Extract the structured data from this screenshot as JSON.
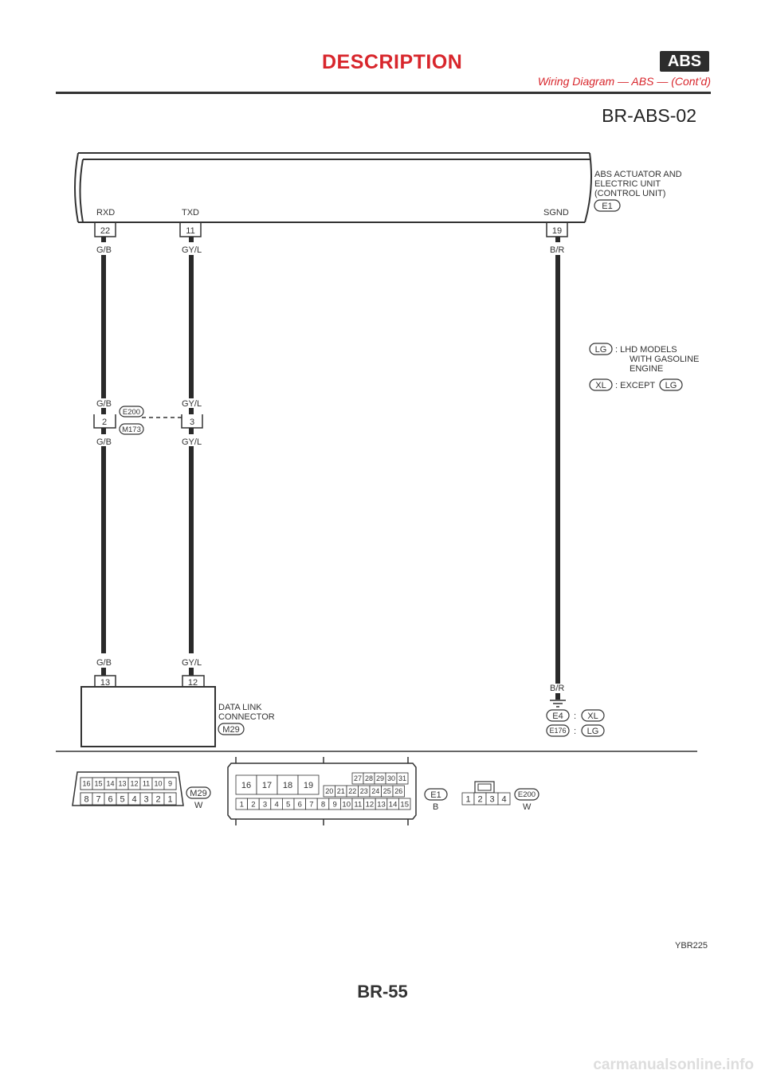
{
  "header": {
    "title": "DESCRIPTION",
    "badge": "ABS",
    "subtitle": "Wiring Diagram — ABS — (Cont’d)"
  },
  "diagram_id": "BR-ABS-02",
  "abs_unit": {
    "label": [
      "ABS ACTUATOR AND",
      "ELECTRIC UNIT",
      "(CONTROL UNIT)"
    ],
    "connector_id": "E1",
    "pins": [
      {
        "name": "RXD",
        "pin": "22",
        "wire_color": "G/B"
      },
      {
        "name": "TXD",
        "pin": "11",
        "wire_color": "GY/L"
      },
      {
        "name": "SGND",
        "pin": "19",
        "wire_color": "B/R"
      }
    ]
  },
  "legend": {
    "lg_tag": "LG",
    "lg_text": [
      ": LHD MODELS",
      "WITH GASOLINE",
      "ENGINE"
    ],
    "xl_tag": "XL",
    "xl_text": ": EXCEPT",
    "xl_ref": "LG"
  },
  "joint": {
    "connector_top": "E200",
    "connector_bottom": "M173",
    "pins": [
      {
        "pin": "2",
        "top": "G/B",
        "bottom": "G/B"
      },
      {
        "pin": "3",
        "top": "GY/L",
        "bottom": "GY/L"
      }
    ]
  },
  "data_link": {
    "label": [
      "DATA LINK",
      "CONNECTOR"
    ],
    "connector_id": "M29",
    "pins": [
      {
        "pin": "13",
        "wire_color": "G/B"
      },
      {
        "pin": "12",
        "wire_color": "GY/L"
      }
    ]
  },
  "ground": {
    "wire_color": "B/R",
    "refs": [
      {
        "id": "E4",
        "sep": ":",
        "cond": "XL"
      },
      {
        "id": "E176",
        "sep": ":",
        "cond": "LG"
      }
    ]
  },
  "connector_views": {
    "m29": {
      "id": "M29",
      "color": "W",
      "top": [
        "16",
        "15",
        "14",
        "13",
        "12",
        "11",
        "10",
        "9"
      ],
      "bottom": [
        "8",
        "7",
        "6",
        "5",
        "4",
        "3",
        "2",
        "1"
      ]
    },
    "e1": {
      "id": "E1",
      "color": "B",
      "big": [
        "16",
        "17",
        "18",
        "19"
      ],
      "r1": [
        "27",
        "28",
        "29",
        "30",
        "31"
      ],
      "r2": [
        "20",
        "21",
        "22",
        "23",
        "24",
        "25",
        "26"
      ],
      "r3": [
        "1",
        "2",
        "3",
        "4",
        "5",
        "6",
        "7",
        "8",
        "9",
        "10",
        "11",
        "12",
        "13",
        "14",
        "15"
      ]
    },
    "e200": {
      "id": "E200",
      "color": "W",
      "pins": [
        "1",
        "2",
        "3",
        "4"
      ]
    }
  },
  "figure_code": "YBR225",
  "page_number": "BR-55",
  "watermark": "carmanualsonline.info"
}
